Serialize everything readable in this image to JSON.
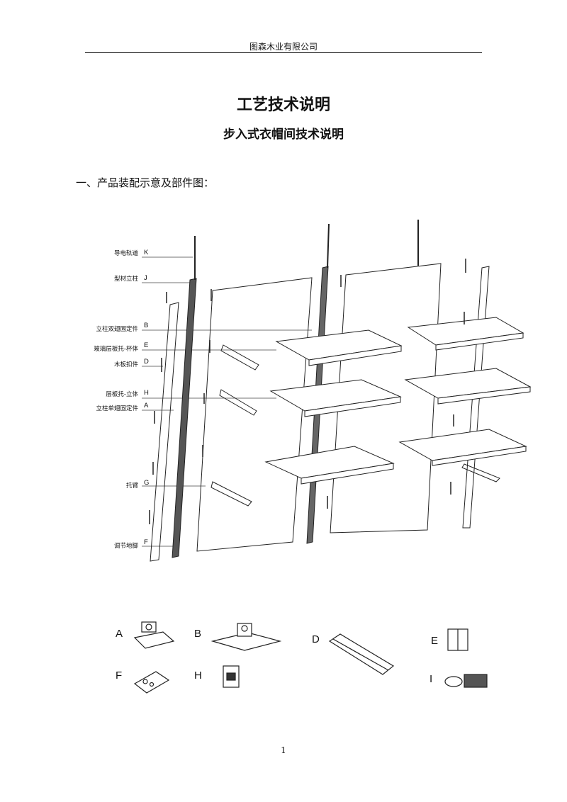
{
  "header": "图森木业有限公司",
  "title": "工艺技术说明",
  "subtitle": "步入式衣帽间技术说明",
  "section": "一、产品装配示意及部件图：",
  "callouts": [
    {
      "label": "导电轨道",
      "letter": "K"
    },
    {
      "label": "型材立柱",
      "letter": "J"
    },
    {
      "label": "立柱双翅固定件",
      "letter": "B"
    },
    {
      "label": "玻璃层板托-杯体",
      "letter": "E"
    },
    {
      "label": "木板扣件",
      "letter": "D"
    },
    {
      "label": "层板托-立体",
      "letter": "H"
    },
    {
      "label": "立柱单翅固定件",
      "letter": "A"
    },
    {
      "label": "托臂",
      "letter": "G"
    },
    {
      "label": "调节地脚",
      "letter": "F"
    }
  ],
  "parts": [
    "A",
    "B",
    "D",
    "E",
    "F",
    "H",
    "I"
  ],
  "page_number": "1"
}
